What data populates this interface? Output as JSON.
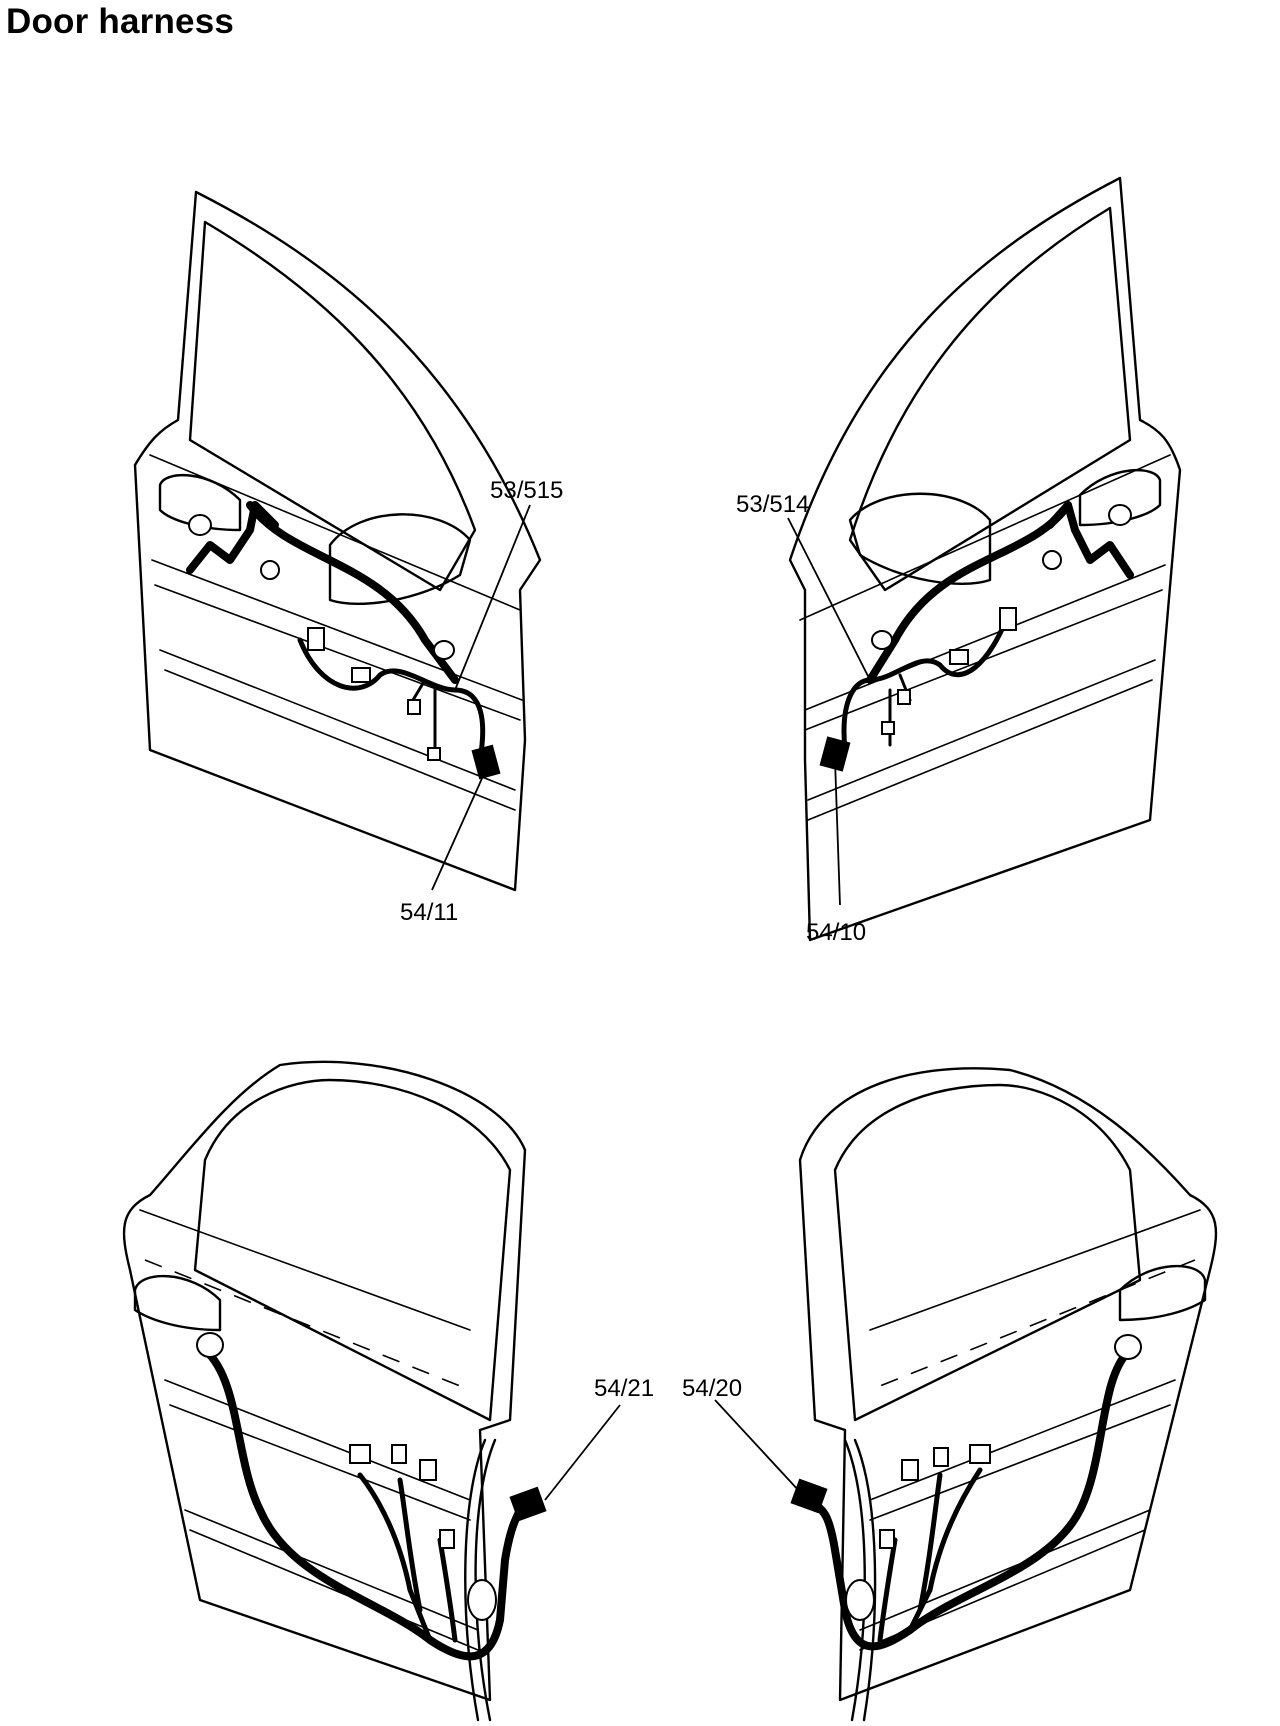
{
  "title": "Door harness",
  "callouts": {
    "front_left_upper": "53/515",
    "front_left_lower": "54/11",
    "front_right_upper": "53/514",
    "front_right_lower": "54/10",
    "rear_left": "54/21",
    "rear_right": "54/20"
  }
}
